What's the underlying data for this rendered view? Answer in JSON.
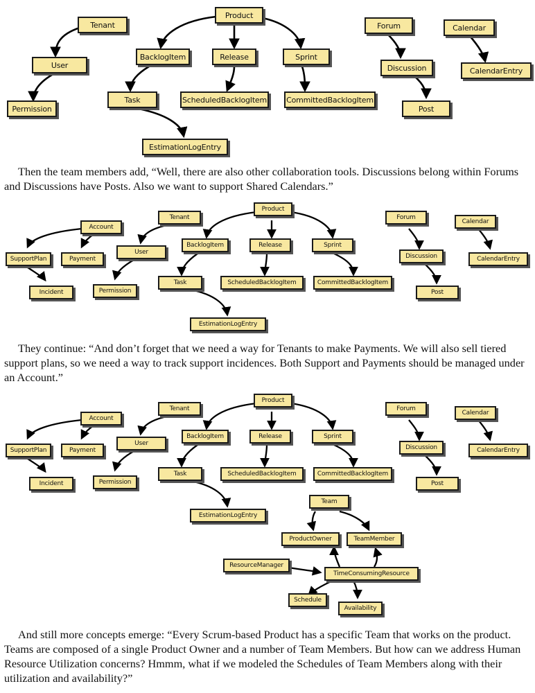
{
  "diagram1": {
    "nodes": [
      "Tenant",
      "User",
      "Permission",
      "Product",
      "BacklogItem",
      "Release",
      "Sprint",
      "Task",
      "ScheduledBacklogItem",
      "CommittedBacklogItem",
      "EstimationLogEntry",
      "Forum",
      "Discussion",
      "Post",
      "Calendar",
      "CalendarEntry"
    ]
  },
  "paragraph1": "Then the team members add, “Well, there are also other collaboration tools. Discussions belong within Forums and Discussions have Posts. Also we want to support Shared Calendars.”",
  "diagram2": {
    "nodes": [
      "Account",
      "SupportPlan",
      "Payment",
      "Incident",
      "Tenant",
      "User",
      "Permission",
      "Product",
      "BacklogItem",
      "Release",
      "Sprint",
      "Task",
      "ScheduledBacklogItem",
      "CommittedBacklogItem",
      "EstimationLogEntry",
      "Forum",
      "Discussion",
      "Post",
      "Calendar",
      "CalendarEntry"
    ]
  },
  "paragraph2": "They continue: “And don’t forget that we need a way for Tenants to make Payments. We will also sell tiered support plans, so we need a way to track support incidences. Both Support and Payments should be managed under an Account.”",
  "diagram3": {
    "nodes": [
      "Account",
      "SupportPlan",
      "Payment",
      "Incident",
      "Tenant",
      "User",
      "Permission",
      "Product",
      "BacklogItem",
      "Release",
      "Sprint",
      "Task",
      "ScheduledBacklogItem",
      "CommittedBacklogItem",
      "EstimationLogEntry",
      "Forum",
      "Discussion",
      "Post",
      "Calendar",
      "CalendarEntry",
      "Team",
      "ProductOwner",
      "TeamMember",
      "ResourceManager",
      "TimeConsumingResource",
      "Schedule",
      "Availability"
    ]
  },
  "paragraph3": "And still more concepts emerge: “Every Scrum-based Product has a specific Team that works on the product. Teams are composed of a single Product Owner and a number of Team Members. But how can we address Human Resource Utilization concerns? Hmmm, what if we modeled the Schedules of Team Members along with their utilization and availability?”"
}
